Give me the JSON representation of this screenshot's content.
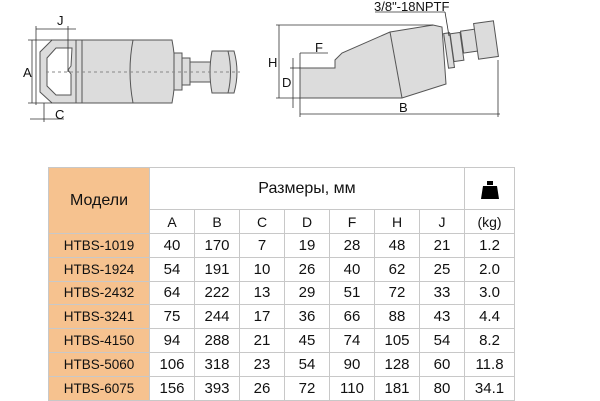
{
  "diagram": {
    "labels": {
      "J": "J",
      "A": "A",
      "C": "C",
      "H": "H",
      "D": "D",
      "F": "F",
      "B": "B",
      "thread": "3/8\"-18NPTF"
    }
  },
  "table": {
    "model_header": "Модели",
    "dims_header": "Размеры, мм",
    "weight_icon": "weight-icon",
    "weight_unit": "(kg)",
    "columns": [
      "A",
      "B",
      "C",
      "D",
      "F",
      "H",
      "J"
    ],
    "rows": [
      {
        "model": "HTBS-1019",
        "values": [
          "40",
          "170",
          "7",
          "19",
          "28",
          "48",
          "21"
        ],
        "kg": "1.2"
      },
      {
        "model": "HTBS-1924",
        "values": [
          "54",
          "191",
          "10",
          "26",
          "40",
          "62",
          "25"
        ],
        "kg": "2.0"
      },
      {
        "model": "HTBS-2432",
        "values": [
          "64",
          "222",
          "13",
          "29",
          "51",
          "72",
          "33"
        ],
        "kg": "3.0"
      },
      {
        "model": "HTBS-3241",
        "values": [
          "75",
          "244",
          "17",
          "36",
          "66",
          "88",
          "43"
        ],
        "kg": "4.4"
      },
      {
        "model": "HTBS-4150",
        "values": [
          "94",
          "288",
          "21",
          "45",
          "74",
          "105",
          "54"
        ],
        "kg": "8.2"
      },
      {
        "model": "HTBS-5060",
        "values": [
          "106",
          "318",
          "23",
          "54",
          "90",
          "128",
          "60"
        ],
        "kg": "11.8"
      },
      {
        "model": "HTBS-6075",
        "values": [
          "156",
          "393",
          "26",
          "72",
          "110",
          "181",
          "80"
        ],
        "kg": "34.1"
      }
    ]
  }
}
